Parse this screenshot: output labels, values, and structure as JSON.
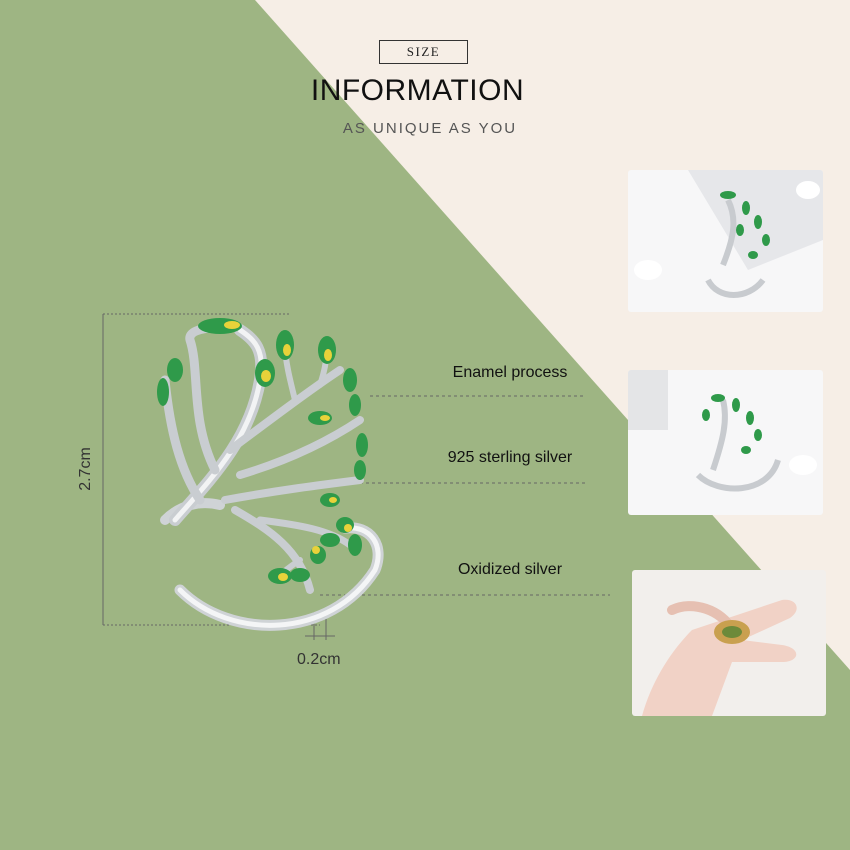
{
  "header": {
    "size_label": "SIZE",
    "title": "INFORMATION",
    "subtitle": "AS UNIQUE AS YOU"
  },
  "callouts": {
    "enamel": "Enamel process",
    "silver925": "925 sterling silver",
    "oxidized": "Oxidized silver"
  },
  "dimensions": {
    "height": "2.7cm",
    "width": "0.2cm"
  },
  "colors": {
    "background": "#f6eee6",
    "green_panel": "#9eb583",
    "leaf_green": "#2f9a4a",
    "leaf_yellow": "#e8d23a"
  }
}
